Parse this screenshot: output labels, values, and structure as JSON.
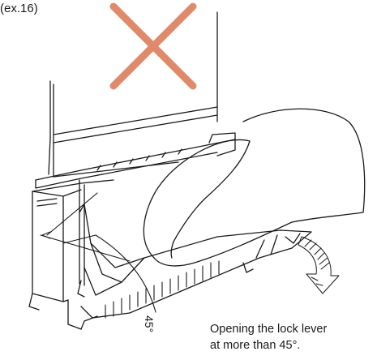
{
  "figure": {
    "label": "(ex.16)",
    "angle_label": "45°",
    "caption_lines": [
      "Opening the lock lever",
      "at more than 45°."
    ],
    "prohibited_mark": {
      "icon": "cross-mark-icon",
      "color": "#e08a6c"
    }
  }
}
